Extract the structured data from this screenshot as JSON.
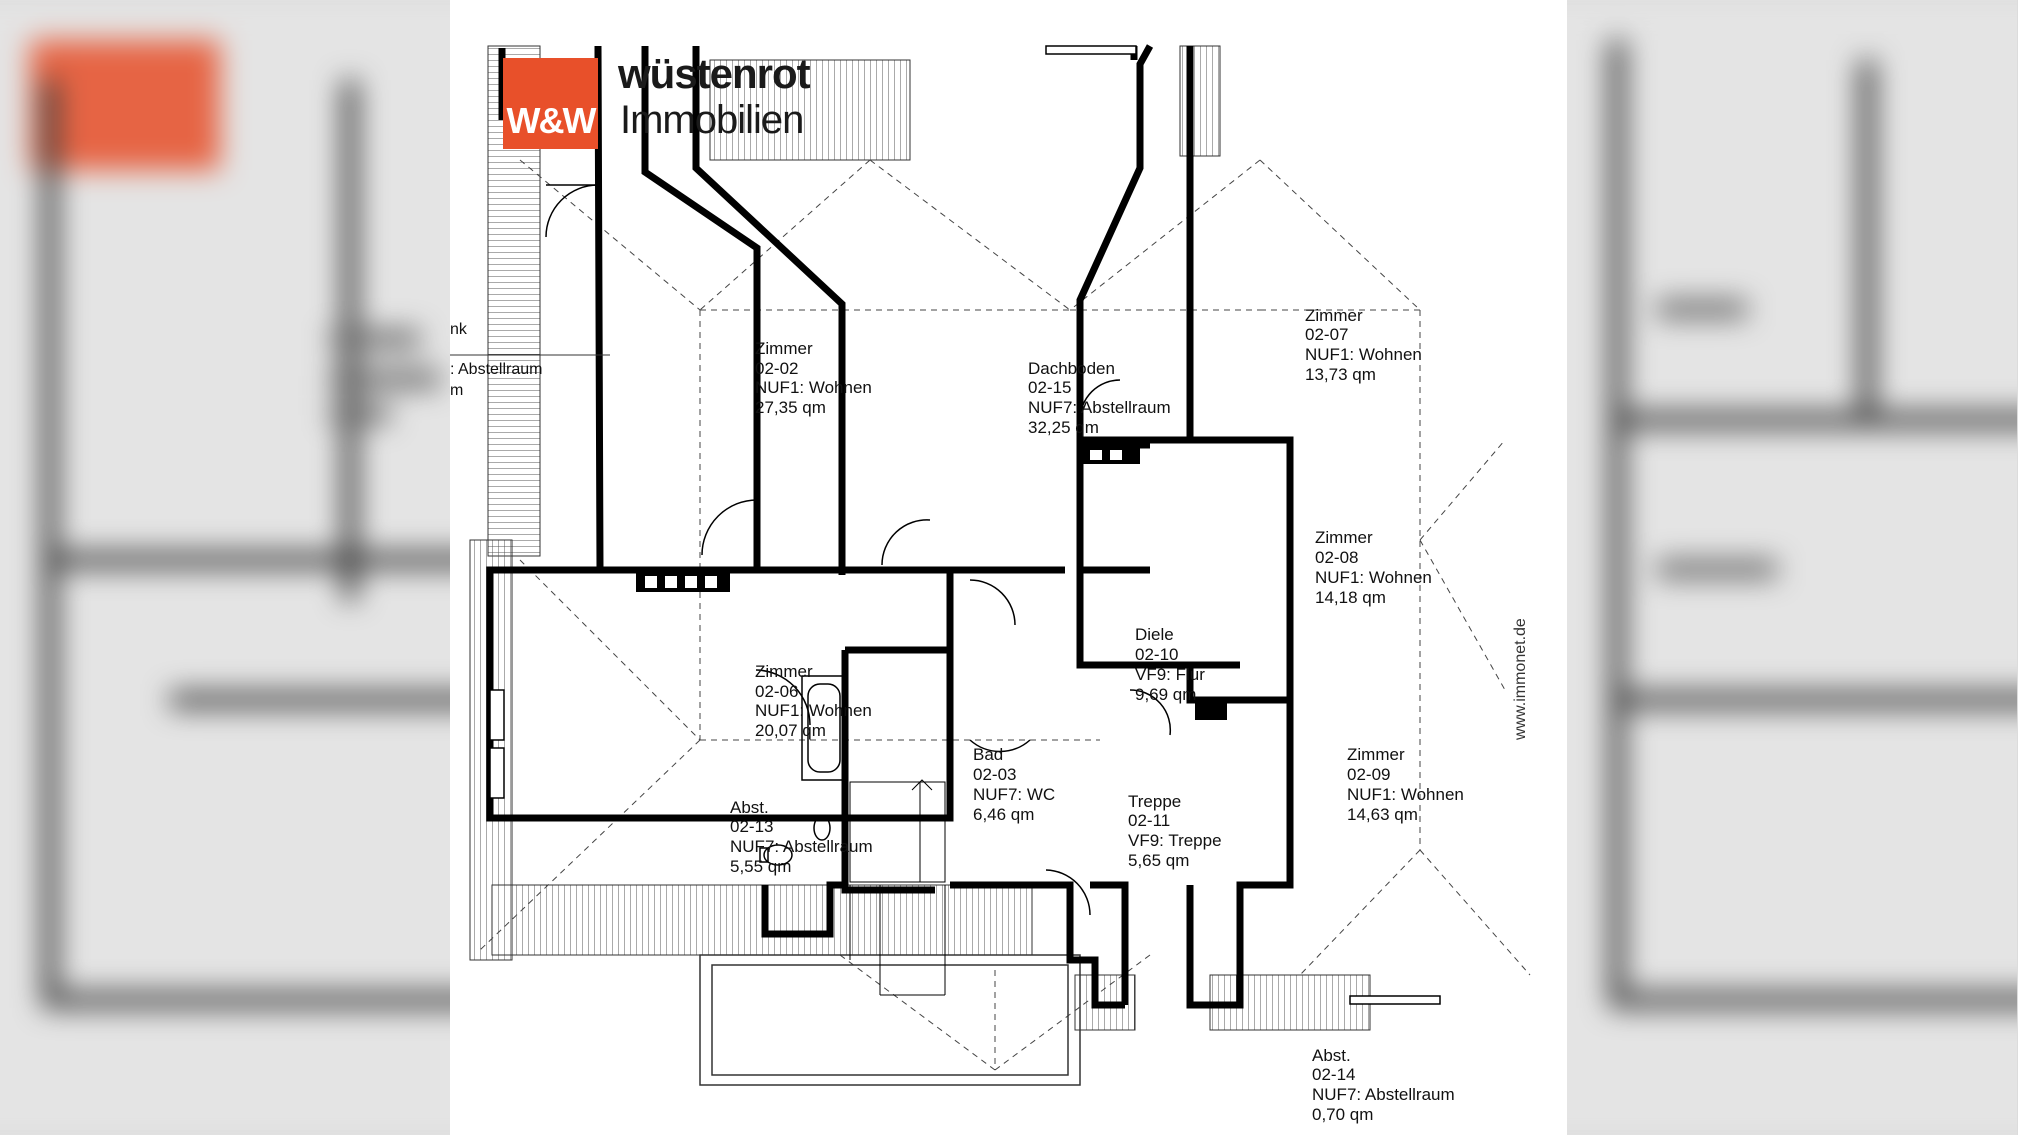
{
  "brand": {
    "logo_mark": "W&W",
    "name": "wüstenrot",
    "sub": "Immobilien",
    "color": "#e8502a"
  },
  "watermark": "www.immonet.de",
  "fragments": {
    "left_top": "nk",
    "left_mid": ": Abstellraum",
    "left_bot": "m"
  },
  "rooms": [
    {
      "id": "zimmer-02-02",
      "lines": [
        "Zimmer",
        "02-02",
        "NUF1: Wohnen",
        "27,35 qm"
      ]
    },
    {
      "id": "dachboden-02-15",
      "lines": [
        "Dachboden",
        "02-15",
        "NUF7: Abstellraum",
        "32,25 qm"
      ]
    },
    {
      "id": "zimmer-02-07",
      "lines": [
        "Zimmer",
        "02-07",
        "NUF1: Wohnen",
        "13,73 qm"
      ]
    },
    {
      "id": "zimmer-02-08",
      "lines": [
        "Zimmer",
        "02-08",
        "NUF1: Wohnen",
        "14,18 qm"
      ]
    },
    {
      "id": "diele-02-10",
      "lines": [
        "Diele",
        "02-10",
        "VF9: Flur",
        "9,69 qm"
      ]
    },
    {
      "id": "zimmer-02-06",
      "lines": [
        "Zimmer",
        "02-06",
        "NUF1: Wohnen",
        "20,07 qm"
      ]
    },
    {
      "id": "bad-02-03",
      "lines": [
        "Bad",
        "02-03",
        "NUF7: WC",
        "6,46 qm"
      ]
    },
    {
      "id": "treppe-02-11",
      "lines": [
        "Treppe",
        "02-11",
        "VF9: Treppe",
        "5,65 qm"
      ]
    },
    {
      "id": "zimmer-02-09",
      "lines": [
        "Zimmer",
        "02-09",
        "NUF1: Wohnen",
        "14,63 qm"
      ]
    },
    {
      "id": "abst-02-13",
      "lines": [
        "Abst.",
        "02-13",
        "NUF7: Abstellraum",
        "5,55 qm"
      ]
    },
    {
      "id": "abst-02-14",
      "lines": [
        "Abst.",
        "02-14",
        "NUF7: Abstellraum",
        "0,70 qm"
      ]
    }
  ]
}
